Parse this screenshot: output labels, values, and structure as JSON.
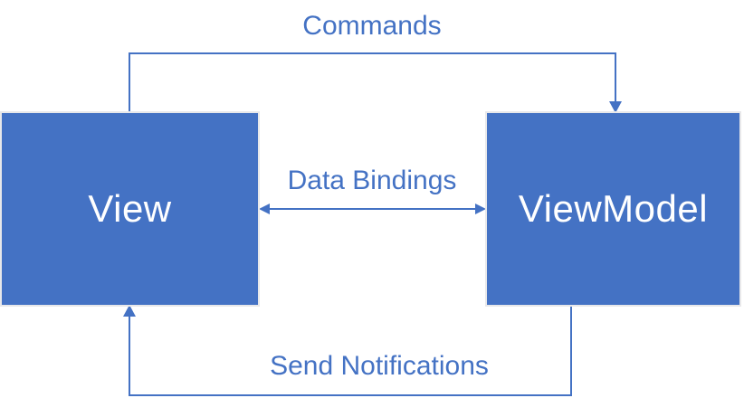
{
  "diagram": {
    "type": "architecture-flow",
    "nodes": [
      {
        "id": "view",
        "label": "View"
      },
      {
        "id": "viewmodel",
        "label": "ViewModel"
      }
    ],
    "edges": [
      {
        "id": "commands",
        "label": "Commands",
        "from": "view",
        "to": "viewmodel",
        "direction": "one-way"
      },
      {
        "id": "data-bindings",
        "label": "Data Bindings",
        "from": "view",
        "to": "viewmodel",
        "direction": "two-way"
      },
      {
        "id": "send-notifications",
        "label": "Send Notifications",
        "from": "viewmodel",
        "to": "view",
        "direction": "one-way"
      }
    ]
  },
  "colors": {
    "node_fill": "#4472C4",
    "node_label": "#FFFFFF",
    "connector": "#4472C4",
    "edge_label": "#4472C4",
    "background": "#FFFFFF"
  }
}
